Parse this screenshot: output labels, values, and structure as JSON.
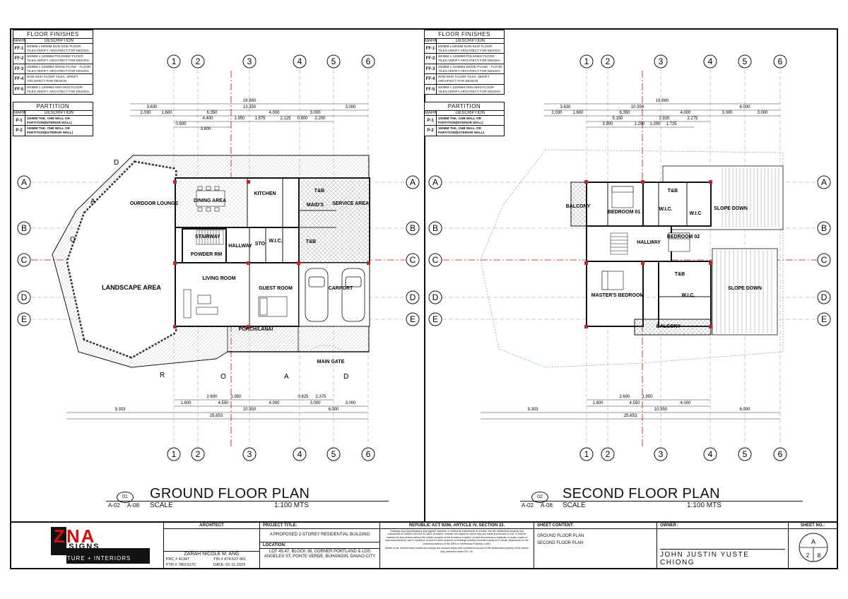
{
  "legend": {
    "floor_finishes_title": "FLOOR FINISHES",
    "mark_label": "MARK",
    "description_label": "DESCRIPTION",
    "finishes": [
      {
        "mark": "FF-1",
        "desc": "600MM x 600MM NON-SKID FLOOR TILES.VERIFY ARCHITECT FOR DESIGN"
      },
      {
        "mark": "FF-2",
        "desc": "600MM x 1200MM POLISHED FLOOR TILES.VERIFY ARCHITECT FOR DESIGN"
      },
      {
        "mark": "FF-3",
        "desc": "200MM x 1200MM WOOD PLANK - FLOOR TILES.VERIFY ARCHITECT FOR DESIGN"
      },
      {
        "mark": "FF-4",
        "desc": "NON-SKID FLOOR TILES. VERIFY ARCHITECT FOR DESIGN"
      },
      {
        "mark": "FF-5",
        "desc": "600MM x 1200MM NON-SKID FLOOR TILES.VERIFY ARCHITECT FOR DESIGN"
      }
    ],
    "partition_title": "PARTITION",
    "partitions": [
      {
        "mark": "P-1",
        "desc": "100MM THK. CHB WALL OR PARTITION(INTERIOR WALL)"
      },
      {
        "mark": "P-2",
        "desc": "150MM THK. CHB WALL OR PARTITION(EXTERIOR WALL)"
      }
    ]
  },
  "ground_plan": {
    "title": "GROUND FLOOR PLAN",
    "scale_label": "SCALE",
    "scale": "1:100 MTS",
    "detail_no": "01",
    "ref_left": "A-02",
    "ref_right": "A-08",
    "rooms": {
      "outdoor_lounge": "OURDOOR LOUNGE",
      "dining": "DINING AREA",
      "kitchen": "KITCHEN",
      "maids": "MAID'S",
      "tb": "T&B",
      "service": "SERVICE AREA",
      "stairway": "STAIRWAY",
      "hallway": "HALLWAY",
      "sto": "STO",
      "wic": "W.I.C.",
      "powder": "POWDER RM",
      "landscape": "LANDSCAPE AREA",
      "living": "LIVING ROOM",
      "guest": "GUEST ROOM",
      "carport": "CARPORT",
      "porch": "PORCH/LANAI",
      "gate": "MAIN GATE"
    },
    "road_letters": [
      "R",
      "O",
      "A",
      "D"
    ]
  },
  "second_plan": {
    "title": "SECOND FLOOR PLAN",
    "scale_label": "SCALE",
    "scale": "1:100 MTS",
    "detail_no": "02",
    "ref_left": "A-02",
    "ref_right": "A-08",
    "rooms": {
      "balcony": "BALCONY",
      "bedroom1": "BEDROOM 01",
      "tb1": "T&B",
      "wic1": "W.I.C.",
      "wic2": "W.I.C",
      "slope1": "SLOPE DOWN",
      "bedroom2": "BEDROOM 02",
      "tb2": "T&B",
      "hallway": "HALLWAY",
      "master": "MASTER'S BEDROOM",
      "wic3": "W.I.C.",
      "balcony2": "BALCONY",
      "slope2": "SLOPE DOWN"
    }
  },
  "grid": {
    "cols": [
      "1",
      "2",
      "3",
      "4",
      "5",
      "6"
    ],
    "rows": [
      "A",
      "B",
      "C",
      "D",
      "E"
    ]
  },
  "dims_ground": {
    "top_total": "19.980",
    "top_row2": [
      "3.630",
      "13.350",
      "3.000"
    ],
    "top_row3": [
      "2.030",
      "1.600",
      "6.350",
      "4.000",
      "3.000"
    ],
    "top_row4": [
      "4.400",
      "1.950",
      "1.875",
      "2.125",
      "0.800",
      "2.200"
    ],
    "top_row5": [
      "0.600",
      "3.800"
    ],
    "bottom_row1": [
      "2.600",
      "1.950"
    ],
    "bottom_row2": [
      "1.800",
      "4.550",
      "4.000",
      "0.625",
      "2.375"
    ],
    "bottom_row3": [
      "9.303",
      "10.350",
      "3.000",
      "3.000"
    ],
    "bottom_row4": [
      "6.000"
    ],
    "bottom_total": "25.653"
  },
  "dims_second": {
    "top_total": "19.980",
    "top_row2": [
      "3.630",
      "10.350",
      "6.000"
    ],
    "top_row3": [
      "2.030",
      "1.600",
      "6.350",
      "4.000",
      "3.000",
      "3.000"
    ],
    "top_row4": [
      "5.150",
      "2.925",
      "2.275"
    ],
    "top_row5": [
      "3.900",
      "1.250",
      "1.200",
      "1.725"
    ],
    "bottom_row1": [
      "2.600",
      "1.950"
    ],
    "bottom_row2": [
      "1.800",
      "4.550",
      "4.000"
    ],
    "bottom_row3": [
      "9.303",
      "10.350",
      "6.000"
    ],
    "bottom_total": "25.653"
  },
  "titleblock": {
    "brand": "ZNA",
    "brand_sub": "DESIGNS",
    "brand_tag": "ARCHITECTURE + INTERIORS",
    "architect_h": "ARCHITECT",
    "architect_name": "ZARAH NICOLE M. ANG",
    "prc": "PRC # 41347",
    "tin": "TIN # 474-537-961",
    "ptr": "PTR # 7801527C",
    "date": "DATE: 01-11-2023",
    "project_h": "PROJECT TITLE:",
    "project": "A PROPOSED 2-STOREY RESIDENTIAL BUILDING",
    "location_h": "LOCATION:",
    "location": "LOT 45,47, BLOCK 38, CORNER PORTLAND & LOS ANGELES ST, PONTE VERDE, BUHANGIN, DAVAO CITY",
    "ra_h": "REPUBLIC ACT 9266, Article IV, Section 33.",
    "ra_text": "Drawings and Specifications duly signed, stamped or sealed as instruments of service, are the intellectual property and documents of ZARAH NICOLE M. ANG, Architect, whether the object for which they are made is executed or not. It shall be unlawful for any person without the written consent of the Architect or author of said documents to duplicate or make copies of said documents for use in repetition of and for other projects or buildings whether executed partly or in whole. (Sanctions for the unlawful practices of the IDEA or Intellectual Property Code).",
    "ra_text2": "Works of art, architectural models and design are creative works and considered as part of the intellectual property of the author duly protected under P.D. 49.",
    "sheet_content_h": "SHEET CONTENT:",
    "sheet_content": [
      "GROUND FLOOR PLAN",
      "SECOND FLOOR PLAN"
    ],
    "owner_h": "OWNER :",
    "owner": "JOHN JUSTIN YUSTE CHIONG",
    "sheet_no_h": "SHEET NO.:",
    "sheet_letter": "A",
    "sheet_num": "2",
    "sheet_total": "8"
  }
}
